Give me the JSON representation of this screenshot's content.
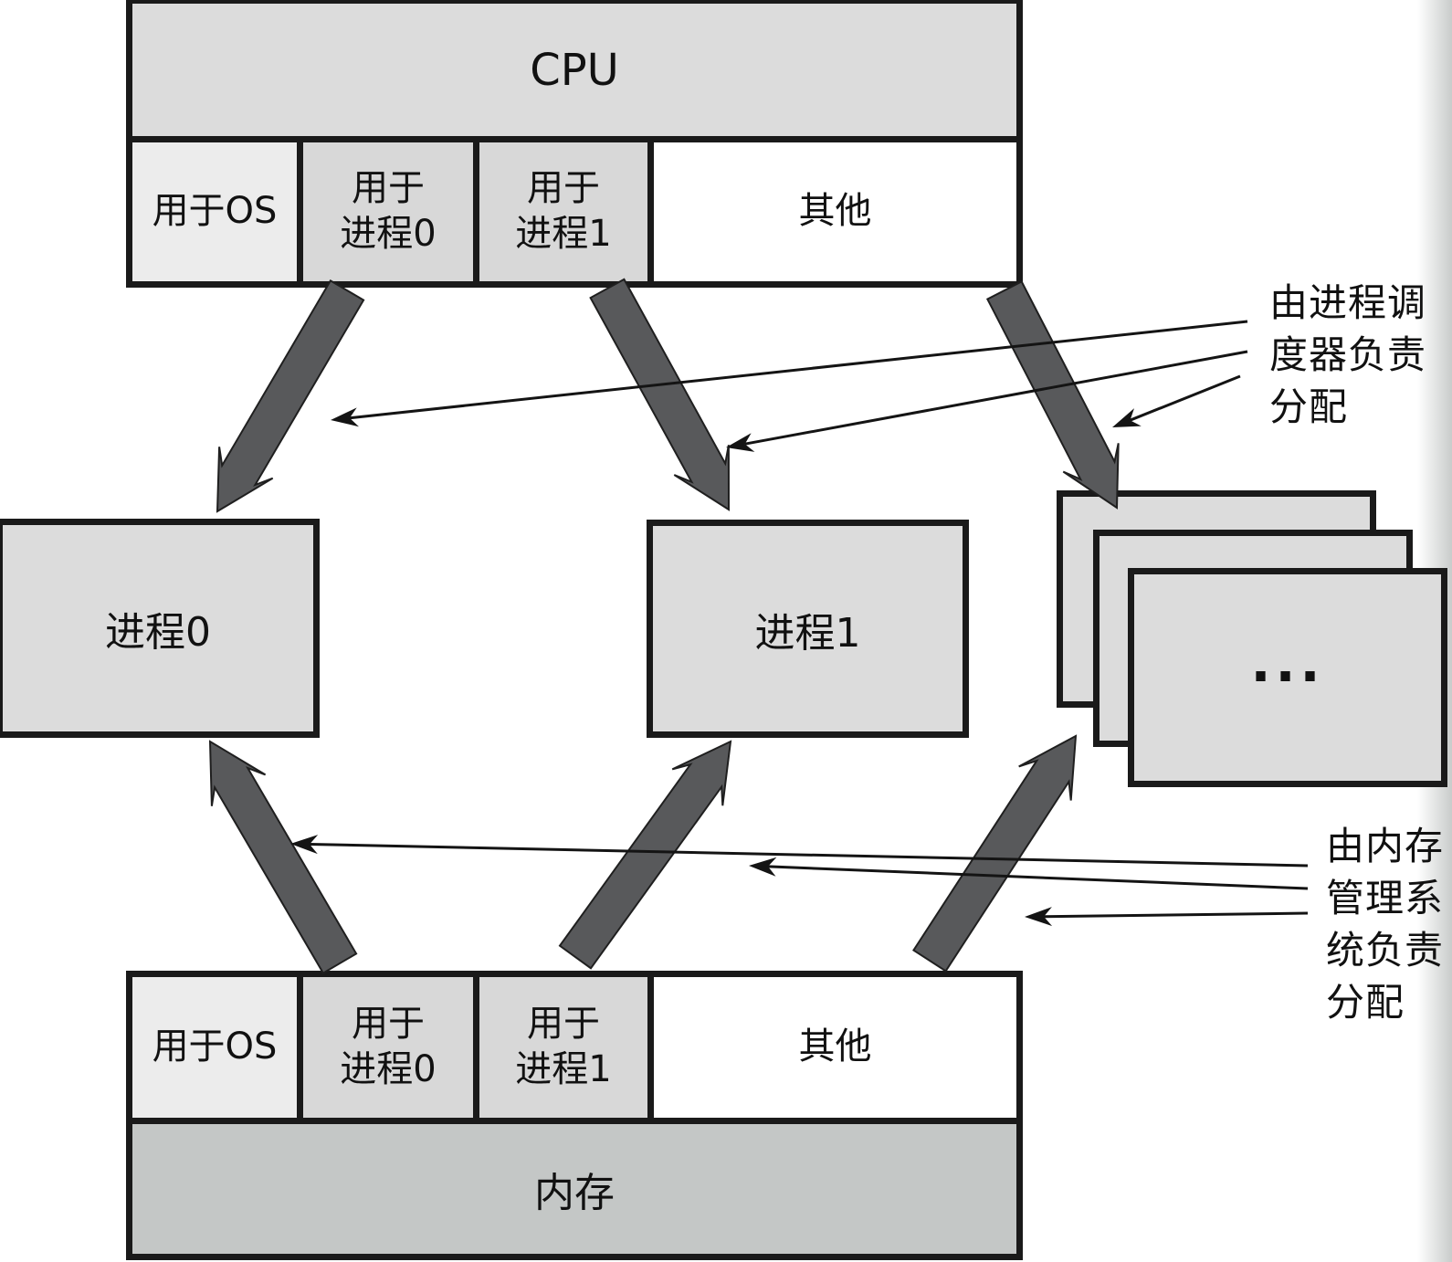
{
  "colors": {
    "background": "#ffffff",
    "border": "#1a1a1a",
    "box_fill": "#dcdcdc",
    "os_fill": "#ececec",
    "proc_seg_fill": "#d8d8d8",
    "other_fill": "#ffffff",
    "memory_fill": "#c4c7c6",
    "thick_arrow": "#58595b",
    "thin_arrow": "#141414",
    "edge_band": "#c9cccb"
  },
  "cpu": {
    "title": "CPU"
  },
  "cpu_segments": [
    {
      "lines": [
        "用于OS"
      ]
    },
    {
      "lines": [
        "用于",
        "进程0"
      ]
    },
    {
      "lines": [
        "用于",
        "进程1"
      ]
    },
    {
      "lines": [
        "其他"
      ]
    }
  ],
  "processes": {
    "process0": "进程0",
    "process1": "进程1",
    "more": "..."
  },
  "memory_segments": [
    {
      "lines": [
        "用于OS"
      ]
    },
    {
      "lines": [
        "用于",
        "进程0"
      ]
    },
    {
      "lines": [
        "用于",
        "进程1"
      ]
    },
    {
      "lines": [
        "其他"
      ]
    }
  ],
  "memory": {
    "title": "内存"
  },
  "annotations": {
    "scheduler": {
      "lines": [
        "由进程调",
        "度器负责",
        "分配"
      ]
    },
    "memory_manager": {
      "lines": [
        "由内存",
        "管理系",
        "统负责",
        "分配"
      ]
    }
  }
}
